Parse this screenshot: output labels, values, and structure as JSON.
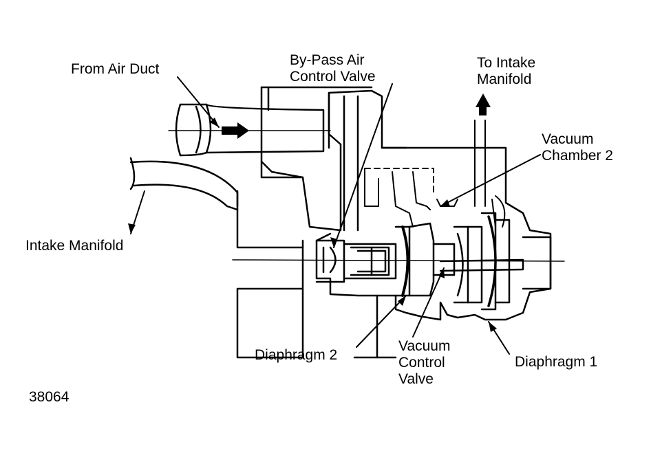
{
  "labels": {
    "from_air_duct": "From Air Duct",
    "bypass_valve": [
      "By-Pass Air",
      "Control Valve"
    ],
    "to_intake": [
      "To Intake",
      "Manifold"
    ],
    "vacuum_chamber_2": [
      "Vacuum",
      "Chamber 2"
    ],
    "intake_manifold": "Intake Manifold",
    "diaphragm_2": "Diaphragm 2",
    "vacuum_control_valve": [
      "Vacuum",
      "Control",
      "Valve"
    ],
    "diaphragm_1": "Diaphragm 1",
    "figure_number": "38064"
  },
  "colors": {
    "ink": "#000000",
    "paper": "#ffffff"
  }
}
